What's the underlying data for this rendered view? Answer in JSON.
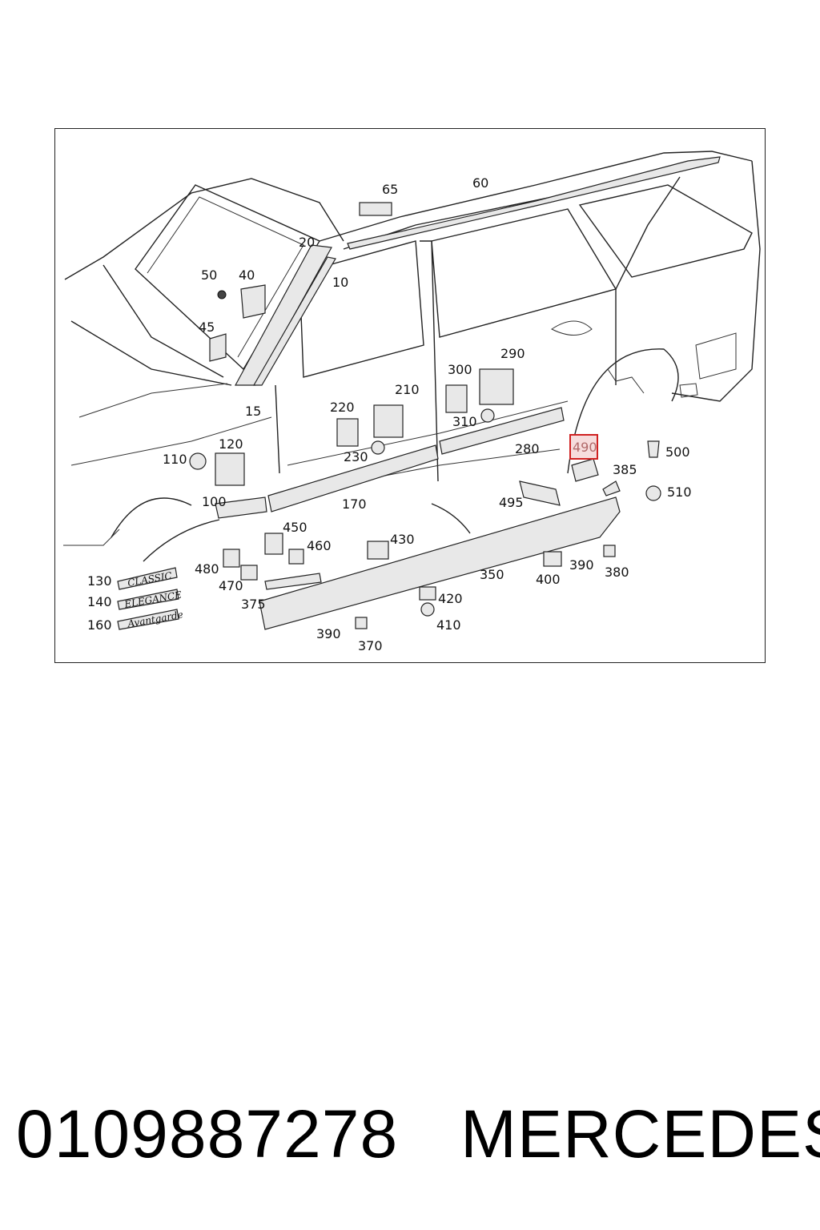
{
  "diagram": {
    "callouts": [
      "65",
      "60",
      "20",
      "10",
      "50",
      "40",
      "45",
      "15",
      "220",
      "210",
      "300",
      "290",
      "310",
      "230",
      "110",
      "120",
      "280",
      "490",
      "385",
      "500",
      "510",
      "100",
      "170",
      "495",
      "450",
      "460",
      "430",
      "480",
      "470",
      "375",
      "350",
      "400",
      "390",
      "380",
      "420",
      "410",
      "370",
      "130",
      "140",
      "160"
    ],
    "highlighted_callout": "490",
    "emblems": [
      "CLASSIC",
      "ELEGANCE",
      "Avantgarde"
    ]
  },
  "footer": {
    "part_number": "0109887278",
    "brand": "MERCEDES"
  }
}
